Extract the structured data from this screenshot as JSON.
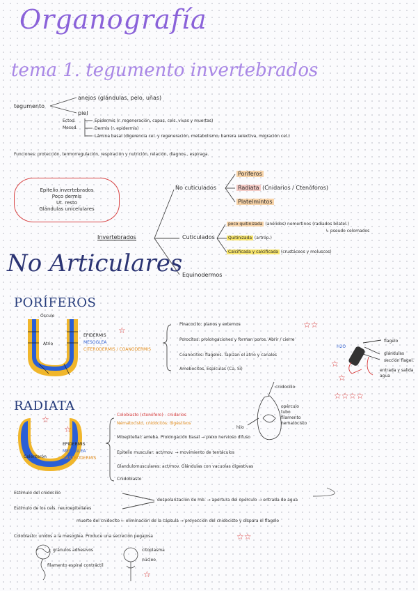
{
  "title": "Organografía",
  "subtitle": "tema 1. tegumento invertebrados",
  "tegumento": {
    "root": "tegumento",
    "anejos": "anejos (glándulas, pelo, uñas)",
    "piel": "piel",
    "side_ectod": "Ectod.",
    "side_mesod": "Mesod.",
    "epidermis": "Epidermis (r. regeneración, capas, cels. vivas y muertas)",
    "dermis": "Dermis (r. epidermis)",
    "lamina": "Lámina basal (digerencia cel. y regeneración, metabolismo, barrera selectiva, migración cel.)"
  },
  "funciones": "Funciones: protección, termorregulación, respiración y nutrición, relación, diagnos., espiraga.",
  "cloud": [
    "Epitelio invertebrados",
    "Poco dermis",
    "Ut. resto",
    "Glándulas unicelulares"
  ],
  "tree": {
    "root": "Invertebrados",
    "no_cuticulados": "No cuticulados",
    "poriferos": "Poríferos",
    "radiata": "Radiata",
    "radiata_detail": "(Cnidarios / Ctenóforos)",
    "platelmintos": "Platelmintos",
    "cuticulados": "Cuticulados",
    "poco_quitinizada": "poco quitinizada",
    "pq_detail": "(anélidos) nemertinos (radiados bilatel.)",
    "pq_detail2": "↳ pseudo celomados",
    "quitinizada": "Quitinizada",
    "quit_detail": "(artróp.)",
    "calcificada": "Calcificada y calcificada",
    "calc_detail": "(crustáceos y moluscos)",
    "equinodermos": "Equinodermos"
  },
  "no_articulares": "No Articulares",
  "poriferos": {
    "heading": "PORÍFEROS",
    "osculo": "Ósculo",
    "atrio": "Atrio",
    "layers": [
      "EPIDERMIS",
      "MESOGLEA",
      "CITERODERMIS / COANODERMIS"
    ],
    "pinacocito": "Pinacocito: planos y externos",
    "porocito": "Porocitos: prolongaciones y forman poros. Abrir / cierre",
    "coanocito": "Coanocitos: flagelos. Tapizan el atrio y canales",
    "amebocito": "Amebocitos, Espículas (Ca, Si)",
    "diagram_labels": [
      "H2O",
      "flagelo",
      "glándulas",
      "sección flagel.",
      "entrada y salida agua"
    ]
  },
  "radiata": {
    "heading": "RADIATA",
    "layers": [
      "EPIDERMIS",
      "MESOGLEA",
      "GASTRODERMIS"
    ],
    "celenteron": "Celenterón",
    "cnido": "Colobiasto (ctenóforo) - cnidarios",
    "cnido2": "Nematocisto, cnidocitos: digestivos",
    "musculo": "Mioepitelial: ameba. Prolongación basal → plexo nervioso difuso",
    "epitelio": "Epitelio muscular: act/mov. → movimiento de tentáculos",
    "glandular": "Glandulomusculares: act/mov. Glándulas con vacuolas digestivas",
    "cnidoblasto": "Cnidoblasto",
    "diagram_labels": [
      "cnidocilio",
      "opérculo",
      "tubo",
      "filamento",
      "nematocisto",
      "hilo"
    ]
  },
  "estimulo": {
    "line1": "Estímulo del cnidocilio",
    "line2": "Estímulo de los cels. neuroepiteliales",
    "flow": "despolarización de mb. → apertura del opérculo → entrada de agua",
    "flow2": "muerte del cnidocito ← eliminación de la cápsula → proyección del cnidocisto y dispara el flagelo",
    "colob": "Coloblasto: unidos a la mesoglea. Produce una secreción pegajosa",
    "labels": [
      "gránulos adhesivos",
      "filamento espiral contráctil",
      "citoplasma",
      "núcleo"
    ]
  }
}
